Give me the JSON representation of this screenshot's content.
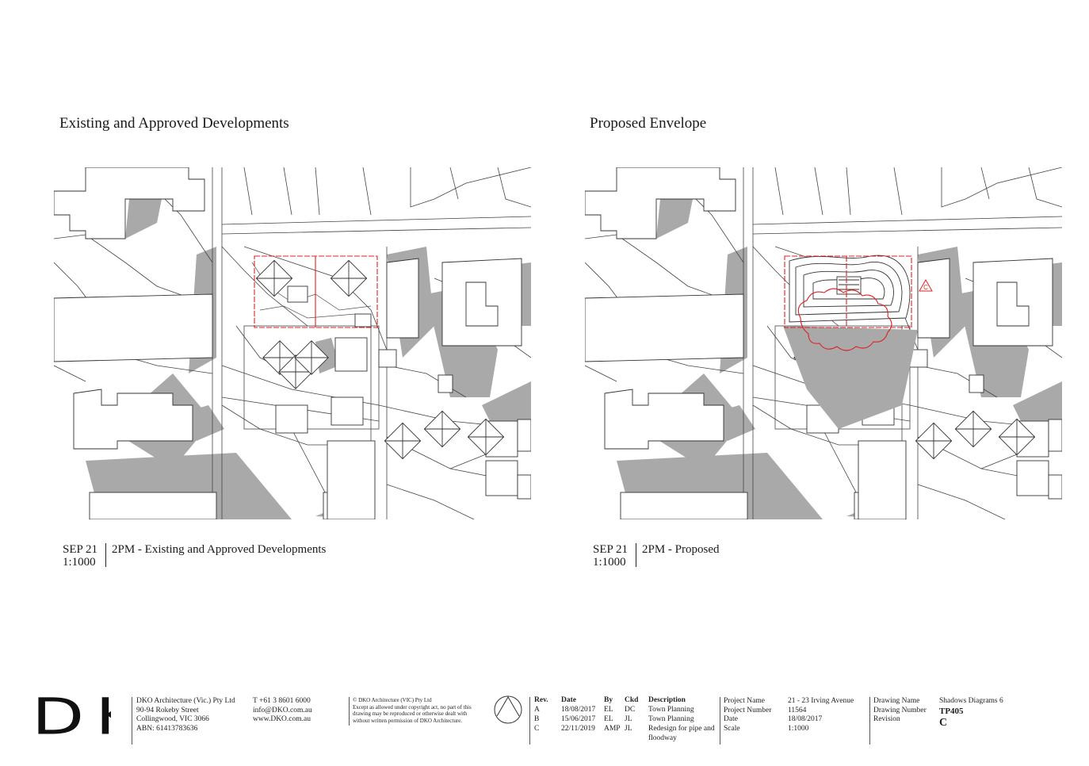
{
  "panels": {
    "left": {
      "title": "Existing and Approved Developments",
      "caption": {
        "date": "SEP 21",
        "scale": "1:1000",
        "description": "2PM - Existing and Approved Developments"
      }
    },
    "right": {
      "title": "Proposed Envelope",
      "caption": {
        "date": "SEP 21",
        "scale": "1:1000",
        "description": "2PM - Proposed"
      },
      "revision_marker": "C"
    }
  },
  "titleblock": {
    "logo": "DKO",
    "company": [
      "DKO Architecture (Vic.) Pty Ltd",
      "90-94 Rokeby Street",
      "Collingwood, VIC 3066",
      "ABN: 61413783636"
    ],
    "contact": [
      "T +61 3 8601 6000",
      "info@DKO.com.au",
      "www.DKO.com.au"
    ],
    "copyright": [
      "© DKO Architecture (VIC) Pty Ltd",
      "Except as allowed under copyright act, no part of this",
      "drawing may be reproduced or otherwise dealt with",
      "without written permission of DKO Architecture."
    ],
    "revisions": {
      "headers": [
        "Rev.",
        "Date",
        "By",
        "Ckd",
        "Description"
      ],
      "rows": [
        [
          "A",
          "18/08/2017",
          "EL",
          "DC",
          "Town Planning"
        ],
        [
          "B",
          "15/06/2017",
          "EL",
          "JL",
          "Town Planning"
        ],
        [
          "C",
          "22/11/2019",
          "AMP",
          "JL",
          "Redesign for pipe and floodway"
        ]
      ]
    },
    "project": {
      "labels": [
        "Project Name",
        "Project Number",
        "Date",
        "Scale"
      ],
      "values": [
        "21 - 23 Irving Avenue",
        "11564",
        "18/08/2017",
        "1:1000"
      ]
    },
    "drawing": {
      "labels": [
        "Drawing Name",
        "Drawing Number",
        "Revision"
      ],
      "values": [
        "Shadows Diagrams 6",
        "TP405",
        "C"
      ]
    }
  },
  "colors": {
    "shadow": "#a8a8a8",
    "building_fill": "#ffffff",
    "line": "#333333",
    "site_boundary": "#e02020"
  }
}
